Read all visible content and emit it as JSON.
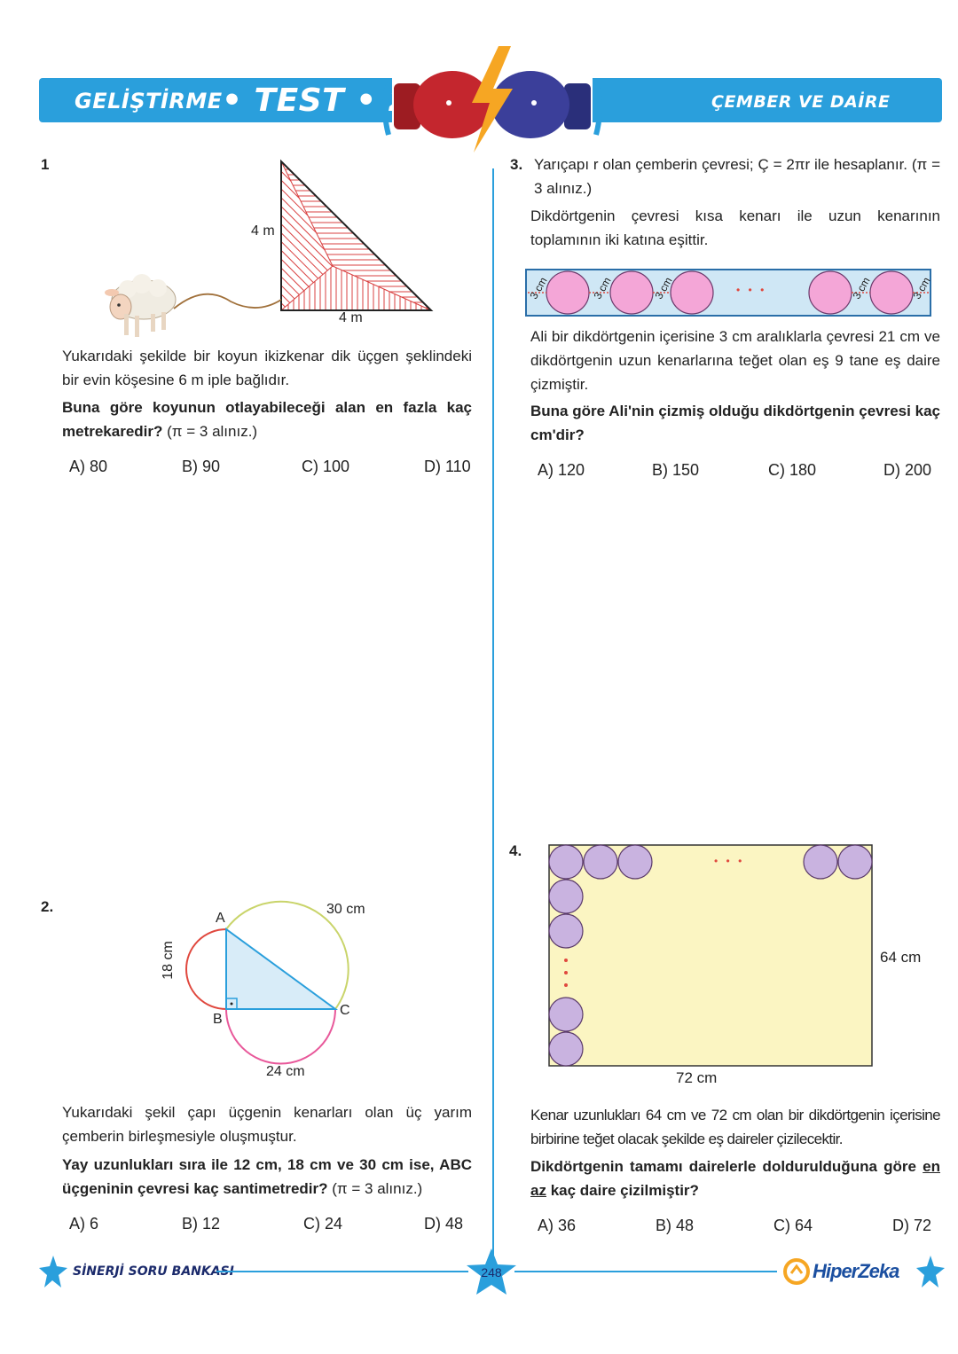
{
  "header": {
    "left_label": "GELİŞTİRME",
    "test_label": "• TEST • 24",
    "right_label": "ÇEMBER VE DAİRE"
  },
  "q1": {
    "number": "1",
    "side_label": "4 m",
    "base_label": "4 m",
    "text": "Yukarıdaki şekilde bir koyun ikizkenar dik üçgen şeklindeki bir evin köşesine 6 m iple bağlıdır.",
    "question_bold": "Buna göre koyunun otlayabileceği alan en fazla kaç metrekaredir?",
    "question_note": "(π = 3 alınız.)",
    "options": [
      "A) 80",
      "B) 90",
      "C) 100",
      "D) 110"
    ]
  },
  "q2": {
    "number": "2.",
    "label_a": "A",
    "label_b": "B",
    "label_c": "C",
    "label_ab": "18 cm",
    "label_bc": "24 cm",
    "label_ac": "30 cm",
    "text": "Yukarıdaki şekil çapı üçgenin kenarları olan üç yarım çemberin birleşmesiyle oluşmuştur.",
    "question_bold": "Yay uzunlukları sıra ile 12 cm, 18 cm ve 30 cm ise, ABC üçgeninin çevresi kaç santimetredir?",
    "question_note": "(π = 3 alınız.)",
    "options": [
      "A) 6",
      "B) 12",
      "C) 24",
      "D) 48"
    ]
  },
  "q3": {
    "number": "3.",
    "intro1": "Yarıçapı r olan çemberin çevresi; Ç = 2πr ile hesaplanır. (π = 3 alınız.)",
    "intro2": "Dikdörtgenin çevresi kısa kenarı ile uzun kenarının toplamının iki katına eşittir.",
    "gap_label": "3 cm",
    "dots": "• • •",
    "text": "Ali bir dikdörtgenin içerisine 3 cm aralıklarla çevresi 21 cm ve dikdörtgenin uzun kenarlarına teğet olan eş 9 tane eş daire çizmiştir.",
    "question_bold": "Buna göre Ali'nin çizmiş olduğu dikdörtgenin çevresi kaç cm'dir?",
    "options": [
      "A) 120",
      "B) 150",
      "C) 180",
      "D) 200"
    ]
  },
  "q4": {
    "number": "4.",
    "height_label": "64 cm",
    "width_label": "72 cm",
    "dots": "• • •",
    "text": "Kenar uzunlukları 64 cm ve 72 cm olan bir dikdörtgenin içerisine birbirine teğet olacak şekilde eş daireler çizilecektir.",
    "question_bold_1": "Dikdörtgenin tamamı dairelerle doldurulduğuna göre ",
    "question_underline": "en az",
    "question_bold_2": " kaç daire çizilmiştir?",
    "options": [
      "A) 36",
      "B) 48",
      "C) 64",
      "D) 72"
    ]
  },
  "footer": {
    "left_label": "SİNERJİ SORU BANKASI",
    "page_number": "248",
    "brand": "HiperZeka"
  },
  "colors": {
    "accent": "#2a9fdc",
    "pink_circle": "#f4a6d7",
    "purple_circle": "#c9b3e0",
    "rect_yellow": "#fbf5c2",
    "rect_blue": "#cfe7f5"
  }
}
